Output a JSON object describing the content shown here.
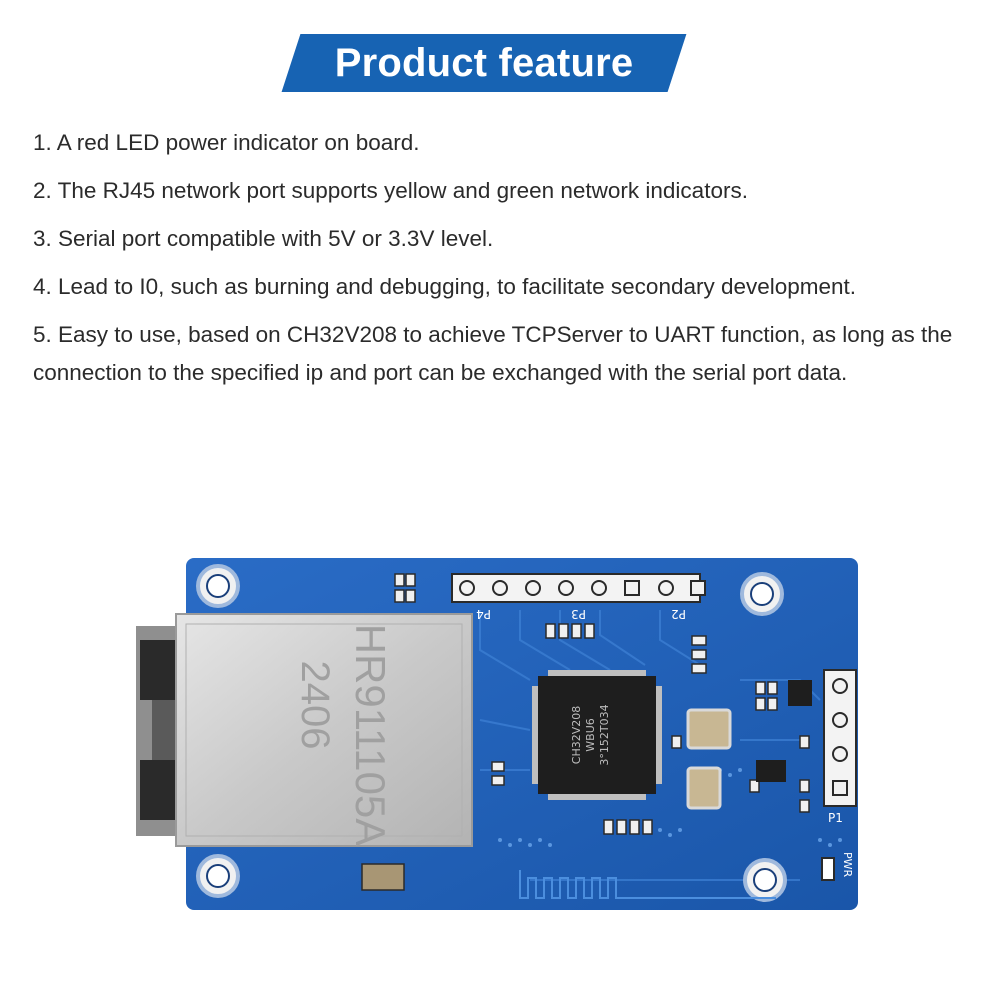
{
  "header": {
    "title": "Product feature"
  },
  "features": [
    "1. A red LED power indicator on board.",
    "2. The RJ45 network port supports yellow and green network indicators.",
    "3. Serial port compatible with 5V or 3.3V level.",
    "4. Lead to I0, such as burning and debugging, to facilitate secondary development.",
    "5. Easy to use, based on CH32V208 to achieve TCPServer to UART function, as long as the connection to the specified ip and port can be exchanged with the serial port data."
  ],
  "board": {
    "jack_marking_1": "HR911105A",
    "jack_marking_2": "2406",
    "chip_marking_1": "CH32V208",
    "chip_marking_2": "WBU6",
    "chip_marking_3": "3°152T034",
    "label_p1": "P1",
    "label_p2": "P2",
    "label_p3": "P3",
    "label_p4": "P4",
    "label_pwr": "PWR",
    "colors": {
      "pcb": "#1f5fb8",
      "pcb_dark": "#164a93",
      "metal": "#c9c9c9",
      "banner": "#1763b3"
    }
  }
}
